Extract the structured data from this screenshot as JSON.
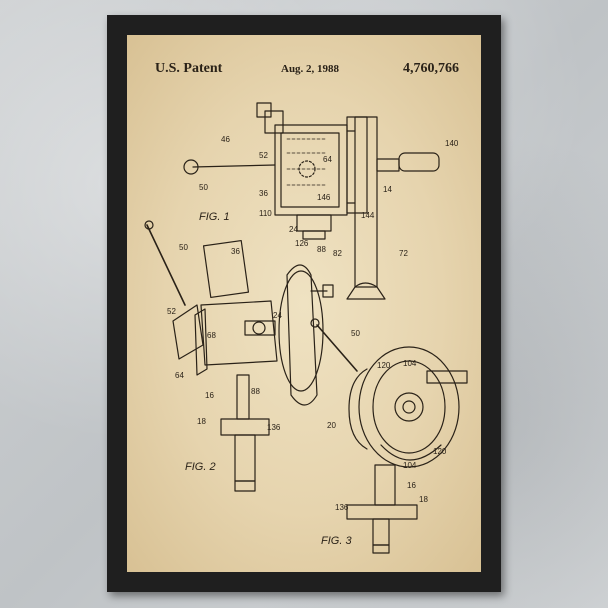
{
  "header": {
    "left": "U.S. Patent",
    "date": "Aug. 2, 1988",
    "number": "4,760,766"
  },
  "figures": {
    "fig1": "FIG. 1",
    "fig2": "FIG. 2",
    "fig3": "FIG. 3"
  },
  "refs": {
    "fig1": [
      "46",
      "52",
      "50",
      "64",
      "36",
      "146",
      "110",
      "24",
      "126",
      "88",
      "82",
      "144",
      "14",
      "140",
      "72"
    ],
    "fig2": [
      "50",
      "36",
      "52",
      "24",
      "68",
      "64",
      "16",
      "88",
      "18",
      "136"
    ],
    "fig3": [
      "50",
      "120",
      "104",
      "20",
      "120",
      "104",
      "16",
      "136",
      "18"
    ]
  },
  "colors": {
    "frame": "#1f1f1f",
    "paper": "#e9d9b5",
    "ink": "#2a2218"
  }
}
